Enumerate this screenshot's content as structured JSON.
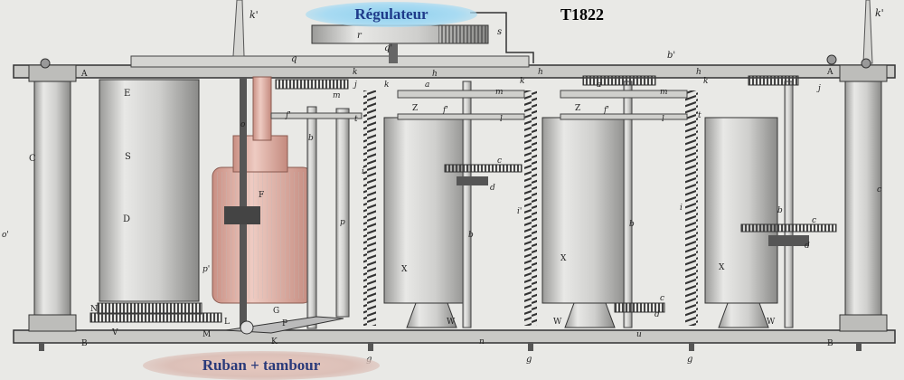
{
  "titles": {
    "regulator": "Régulateur",
    "model": "T1822",
    "ribbon": "Ruban + tambour"
  },
  "labels": {
    "k_prime": "k'",
    "r": "r",
    "s": "s",
    "q_prime": "q'",
    "q": "q",
    "b_prime": "b'",
    "A": "A",
    "h": "h",
    "k": "k",
    "E": "E",
    "j": "j",
    "m": "m",
    "a": "a",
    "f_prime": "f'",
    "t": "t",
    "l": "l",
    "Z": "Z",
    "o": "o",
    "b": "b",
    "C": "C",
    "c": "c",
    "S": "S",
    "X": "X",
    "d": "d",
    "i": "i",
    "i_prime": "i'",
    "D": "D",
    "p": "p",
    "o_prime": "o'",
    "p_prime": "p'",
    "W": "W",
    "N": "N",
    "M": "M",
    "L": "L",
    "G": "G",
    "P": "P",
    "V": "V",
    "K": "K",
    "B": "B",
    "n": "n",
    "g": "g",
    "u": "u",
    "F": "F"
  },
  "colors": {
    "ribbon_drum": "#d9a79a",
    "regulator_highlight": "#9fd6f0",
    "metal_dark": "#3c3c3c",
    "cylinder_light": "#d8d8d6"
  }
}
